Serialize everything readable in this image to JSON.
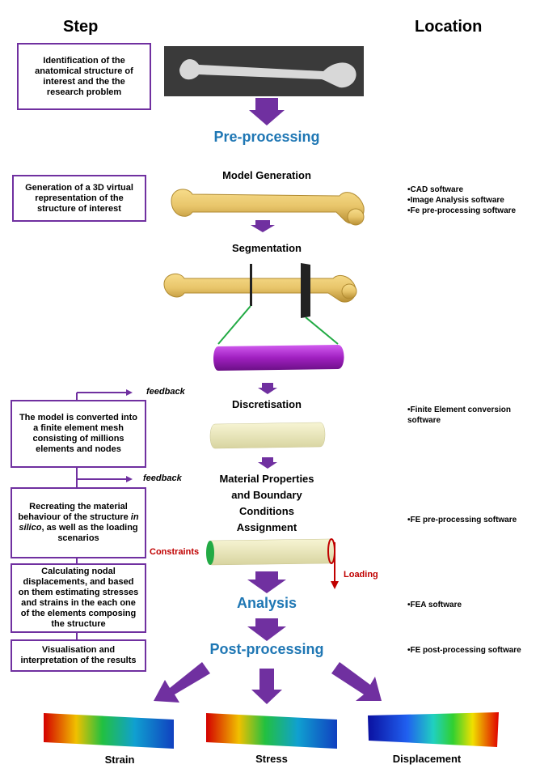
{
  "headers": {
    "step": "Step",
    "location": "Location"
  },
  "steps": [
    {
      "text": "Identification of the anatomical structure of interest and the the research problem"
    },
    {
      "text": "Generation of a 3D virtual representation of the structure of interest"
    },
    {
      "text": "The model is converted into a finite element mesh consisting of millions elements and nodes"
    },
    {
      "pre": "Recreating the material behaviour of the structure ",
      "em": "in silico",
      "post": ", as well as the loading scenarios"
    },
    {
      "text": "Calculating nodal displacements, and based on them estimating stresses and strains in the each one of the elements composing the structure"
    },
    {
      "text": "Visualisation and interpretation of the results"
    }
  ],
  "phases": {
    "pre": "Pre-processing",
    "analysis": "Analysis",
    "post": "Post-processing"
  },
  "stages": {
    "model": "Model Generation",
    "segmentation": "Segmentation",
    "discretisation": "Discretisation",
    "material": "Material Properties and Boundary Conditions Assignment"
  },
  "locations": {
    "model": [
      "•CAD software",
      "•Image Analysis software",
      "•Fe pre-processing software"
    ],
    "discretisation": [
      "•Finite Element conversion software"
    ],
    "material": [
      "•FE pre-processing software"
    ],
    "analysis": [
      "•FEA software"
    ],
    "post": [
      "•FE post-processing software"
    ]
  },
  "feedback": [
    "feedback",
    "feedback"
  ],
  "labels": {
    "constraints": "Constraints",
    "loading": "Loading"
  },
  "results": [
    "Strain",
    "Stress",
    "Displacement"
  ],
  "colors": {
    "purple": "#7030a0",
    "blue": "#1f77b4",
    "bone": "#e8c56a",
    "magenta": "#a020c0",
    "mesh": "#f0eec0",
    "red": "#c00000",
    "green": "#22aa44"
  }
}
